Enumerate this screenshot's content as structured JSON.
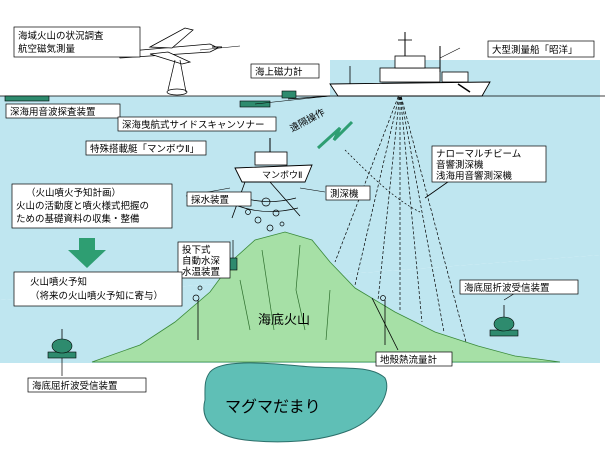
{
  "labels": {
    "aircraft_survey_line1": "海域火山の状況調査",
    "aircraft_survey_line2": "航空磁気測量",
    "survey_ship": "大型測量船「昭洋」",
    "surface_magnetometer": "海上磁力計",
    "deep_sea_sonar": "深海用音波探査装置",
    "side_scan_sonar": "深海曳航式サイドスキャンソナー",
    "remote_control": "遠隔操作",
    "manbou": "特殊搭載艇「マンボウⅡ」",
    "manbou_hull": "マンボウⅡ",
    "multibeam_line1": "ナローマルチビーム",
    "multibeam_line2": "音響測深機",
    "multibeam_line3": "浅海用音響測深機",
    "sounder": "測深機",
    "water_sampler": "採水装置",
    "plan_line1": "（火山噴火予知計画）",
    "plan_line2": "火山の活動度と噴火様式把握の",
    "plan_line3": "ための基礎資料の収集・整備",
    "xbt_line1": "投下式",
    "xbt_line2": "自動水深",
    "xbt_line3": "水温装置",
    "forecast_line1": "火山噴火予知",
    "forecast_line2": "（将来の火山噴火予知に寄与）",
    "obs_right": "海底屈折波受信装置",
    "seamount": "海底火山",
    "heat_flow": "地殻熱流量計",
    "obs_left": "海底屈折波受信装置",
    "magma": "マグマだまり"
  },
  "colors": {
    "sea": "#bfe6f0",
    "mountain": "#a6e0a6",
    "magma": "#5fbfb6",
    "label_bg": "#ffffff",
    "arrow": "#2e9e72",
    "ink": "#000000",
    "device": "#2e8b6e"
  }
}
